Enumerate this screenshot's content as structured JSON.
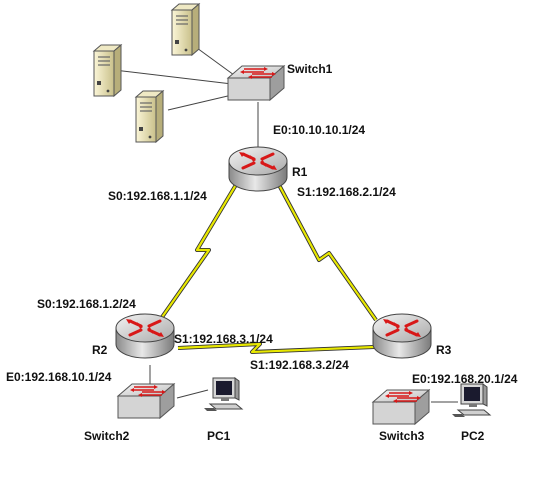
{
  "devices": {
    "switch1": "Switch1",
    "r1": "R1",
    "r2": "R2",
    "r3": "R3",
    "switch2": "Switch2",
    "switch3": "Switch3",
    "pc1": "PC1",
    "pc2": "PC2"
  },
  "interfaces": {
    "r1_e0": "E0:10.10.10.1/24",
    "r1_s0": "S0:192.168.1.1/24",
    "r1_s1": "S1:192.168.2.1/24",
    "r2_s0": "S0:192.168.1.2/24",
    "r2_s1": "S1:192.168.3.1/24",
    "r2_e0": "E0:192.168.10.1/24",
    "r3_s1": "S1:192.168.3.2/24",
    "r3_e0": "E0:192.168.20.1/24"
  },
  "colors": {
    "serial_link": "#e8e800",
    "arrow": "#e01010",
    "device_body": "#c8c8c8"
  }
}
